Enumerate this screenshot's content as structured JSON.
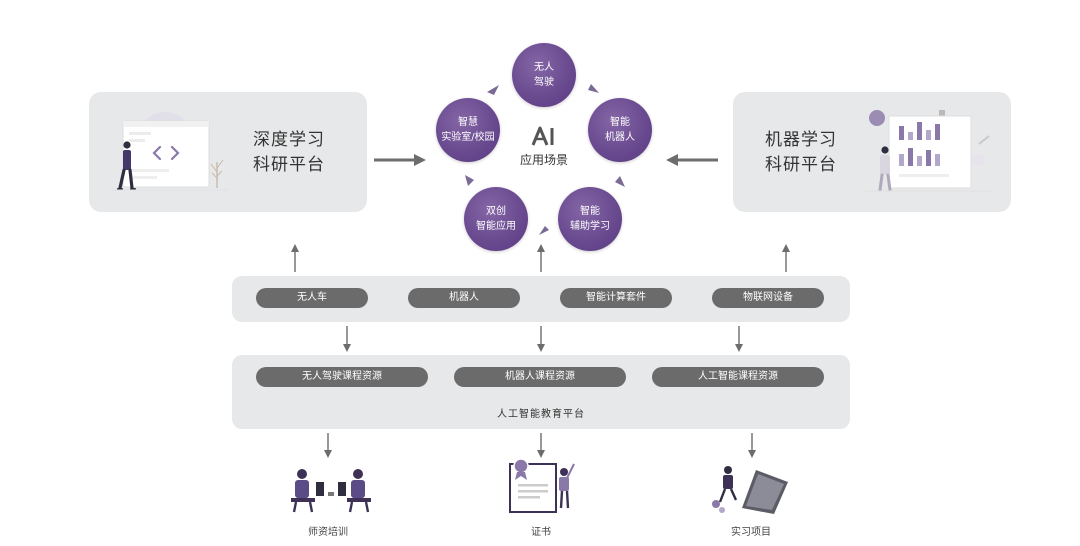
{
  "left_platform": {
    "line1": "深度学习",
    "line2": "科研平台"
  },
  "right_platform": {
    "line1": "机器学习",
    "line2": "科研平台"
  },
  "center": {
    "logo_glyph": "AI",
    "label": "应用场景"
  },
  "scenes": [
    {
      "line1": "无人",
      "line2": "驾驶"
    },
    {
      "line1": "智能",
      "line2": "机器人"
    },
    {
      "line1": "智能",
      "line2": "辅助学习"
    },
    {
      "line1": "双创",
      "line2": "智能应用"
    },
    {
      "line1": "智慧",
      "line2": "实验室/校园"
    }
  ],
  "hardware_items": [
    "无人车",
    "机器人",
    "智能计算套件",
    "物联网设备"
  ],
  "course_items": [
    "无人驾驶课程资源",
    "机器人课程资源",
    "人工智能课程资源"
  ],
  "education_platform_label": "人工智能教育平台",
  "outcomes": [
    "师资培训",
    "证书",
    "实习项目"
  ],
  "colors": {
    "purple": "#66468c",
    "panel": "#e7e8e9",
    "pill": "#6b6b6b",
    "arrow": "#6d6d6d"
  }
}
